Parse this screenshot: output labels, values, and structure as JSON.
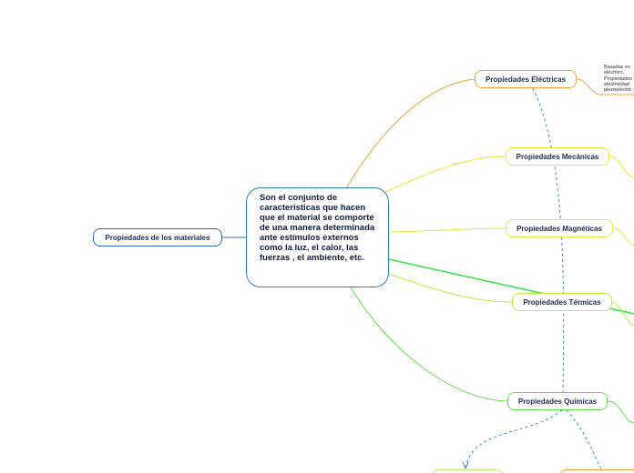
{
  "map": {
    "root": "Propiedades de los materiales",
    "central": "Son el conjunto de características que hacen que el material se comporte de una manera determinada ante estímulos externos como la luz, el calor, las fuerzas , el ambiente, etc.",
    "branches": {
      "electricas": "Propiedades Eléctricas",
      "mecanicas": "Propiedades Mecánicas",
      "magneticas": "Propiedades Magnéticas",
      "termicas": "Propiedades Térmicas",
      "quimicas": "Propiedades Químicas"
    },
    "electricas_note": "Basadas en\neléctrico.\nPropiedades\nelectricidad\npiezoeléctric"
  },
  "colors": {
    "root_border": "#2f6cc4",
    "central_border": "#2f7ac8",
    "electricas": "#f2a33a",
    "mecanicas": "#efe335",
    "magneticas": "#e3ec3a",
    "termicas": "#b5ef3c",
    "quimicas": "#5fe349",
    "relationship_line": "#3b8fd6"
  }
}
